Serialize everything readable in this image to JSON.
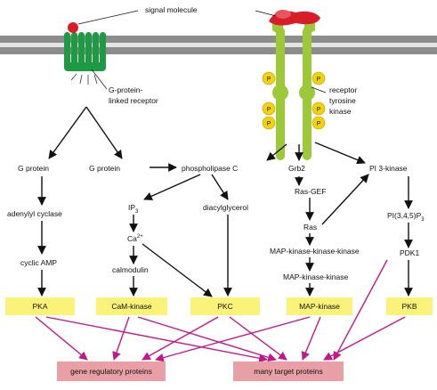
{
  "labels": {
    "signal_molecule": "signal molecule",
    "gprotein_receptor_line1": "G-protein-",
    "gprotein_receptor_line2": "linked receptor",
    "rtk_line1": "receptor",
    "rtk_line2": "tyrosine",
    "rtk_line3": "kinase",
    "g_protein_1": "G protein",
    "g_protein_2": "G protein",
    "phospholipase_c": "phospholipase C",
    "adenylyl_cyclase": "adenylyl cyclase",
    "cyclic_amp": "cyclic AMP",
    "ip3": "IP",
    "ip3_sub": "3",
    "ca": "Ca",
    "ca_sup": "2+",
    "calmodulin": "calmodulin",
    "diacylglycerol": "diacylglycerol",
    "grb2": "Grb2",
    "ras_gef": "Ras-GEF",
    "ras": "Ras",
    "mapkkk": "MAP-kinase-kinase-kinase",
    "mapkk": "MAP-kinase-kinase",
    "pi3k": "PI 3-kinase",
    "pip3": "PI(3,4,5)P",
    "pip3_sub": "3",
    "pdk1": "PDK1",
    "phospho": "P"
  },
  "kinases": [
    "PKA",
    "CaM-kinase",
    "PKC",
    "MAP-kinase",
    "PKB"
  ],
  "targets": {
    "gene_regulatory": "gene regulatory proteins",
    "many_targets": "many target proteins"
  },
  "colors": {
    "membrane": "#8c8c8c",
    "receptor": "#1e9a44",
    "rtk": "#9cc83a",
    "signal": "#d81c28",
    "phospho": "#f2d20a",
    "kinase_box": "#fbf27a",
    "target_box": "#e8a0a6",
    "magenta_arrow": "#c0188a",
    "black_arrow": "#111111"
  }
}
